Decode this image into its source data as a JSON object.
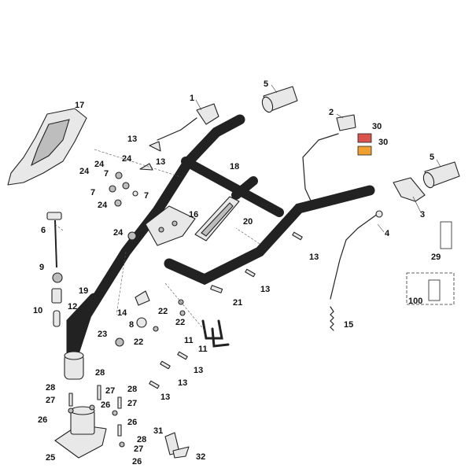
{
  "callouts": {
    "c1": "1",
    "c2": "2",
    "c3": "3",
    "c4": "4",
    "c5a": "5",
    "c5b": "5",
    "c6": "6",
    "c7a": "7",
    "c7b": "7",
    "c7c": "7",
    "c8": "8",
    "c9": "9",
    "c10": "10",
    "c11a": "11",
    "c11b": "11",
    "c12": "12",
    "c13a": "13",
    "c13b": "13",
    "c13c": "13",
    "c13d": "13",
    "c13e": "13",
    "c13f": "13",
    "c13g": "13",
    "c14": "14",
    "c15": "15",
    "c16": "16",
    "c17": "17",
    "c18": "18",
    "c19": "19",
    "c20": "20",
    "c21": "21",
    "c22a": "22",
    "c22b": "22",
    "c22c": "22",
    "c23": "23",
    "c24a": "24",
    "c24b": "24",
    "c24c": "24",
    "c24d": "24",
    "c24e": "24",
    "c25": "25",
    "c26a": "26",
    "c26b": "26",
    "c26c": "26",
    "c26d": "26",
    "c27a": "27",
    "c27b": "27",
    "c27c": "27",
    "c27d": "27",
    "c28a": "28",
    "c28b": "28",
    "c28c": "28",
    "c28d": "28",
    "c29": "29",
    "c30a": "30",
    "c30b": "30",
    "c31": "31",
    "c32": "32",
    "c100": "100"
  },
  "colors": {
    "background": "#ffffff",
    "outline": "#222222",
    "sticker_red": "#d9534f",
    "sticker_orange": "#f0a030"
  }
}
